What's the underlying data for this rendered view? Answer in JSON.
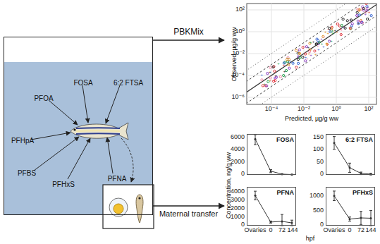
{
  "diagram": {
    "nodes": [
      {
        "text": [
          "FOSA",
          "6:2 FTSA",
          "PFOA",
          "PFHpA",
          "PFBS",
          "PFHxS",
          "PFNA"
        ]
      },
      {
        "text": [
          "Observed, µg/g ww",
          "Predicted, µg/g ww"
        ]
      },
      {
        "text": [
          "Concentration, ng/g ww",
          "hpf"
        ]
      },
      {
        "text": [
          "FOSA"
        ],
        "in": 2
      },
      {
        "text": [
          "6:2 FTSA"
        ],
        "in": 2
      },
      {
        "text": [
          "PFNA"
        ],
        "in": 2
      },
      {
        "text": [
          "PFHxS"
        ],
        "in": 2
      }
    ],
    "edges": [
      {
        "from": 0,
        "to": 1,
        "label": "PBKMix",
        "arrow": "to"
      },
      {
        "from": 0,
        "to": 2,
        "label": "Maternal transfer",
        "arrow": "to"
      }
    ],
    "labels": [
      "10²",
      "10⁰",
      "10⁻²",
      "10⁻⁴",
      "10⁻⁶",
      "10⁻⁴",
      "10⁻²",
      "10⁰",
      "10²",
      "6000",
      "4000",
      "2000",
      "0",
      "150",
      "100",
      "50",
      "0",
      "4000",
      "3000",
      "2000",
      "1000",
      "0",
      "1000",
      "500",
      "0",
      "Ovaries",
      "0",
      "72",
      "144",
      "Ovaries",
      "0",
      "72",
      "144"
    ]
  }
}
